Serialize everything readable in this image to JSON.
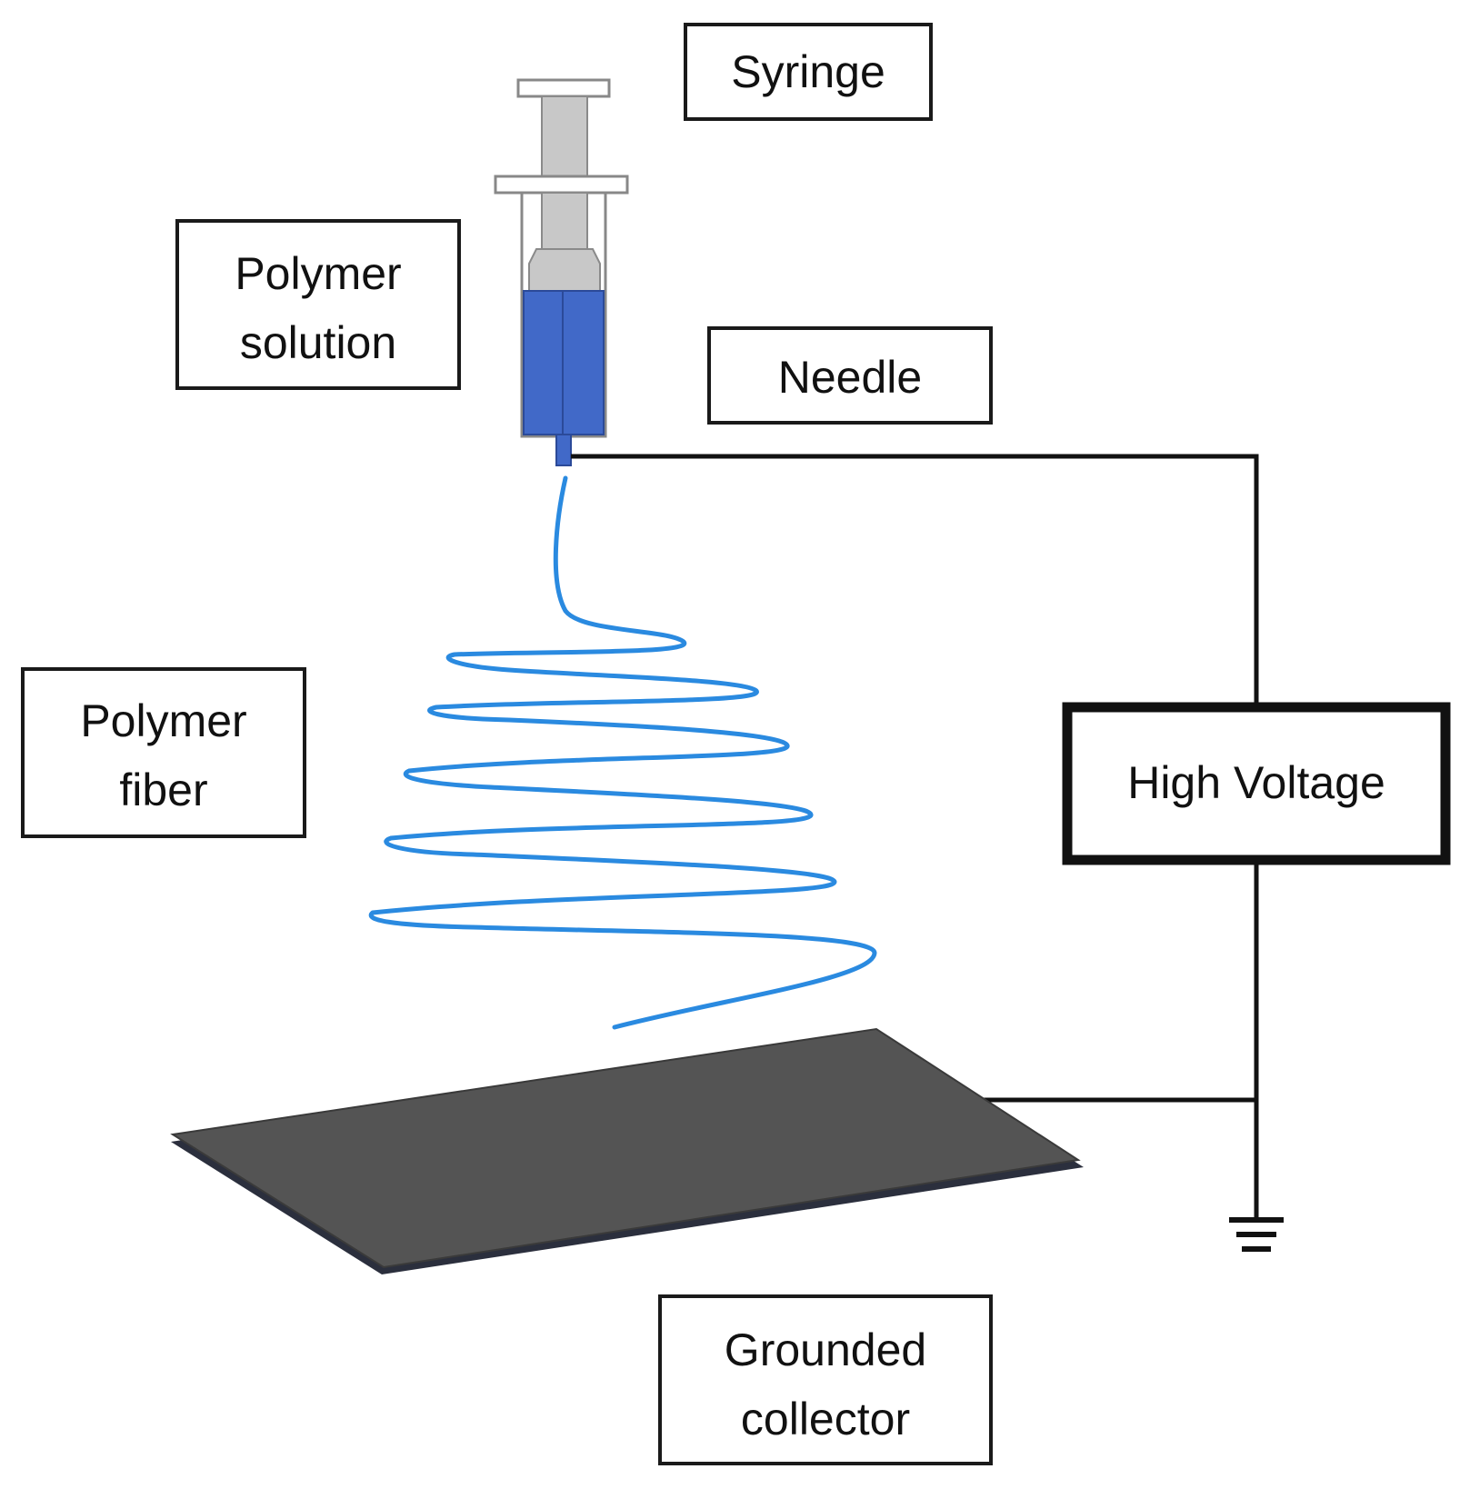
{
  "labels": {
    "syringe": "Syringe",
    "polymer_solution": [
      "Polymer",
      "solution"
    ],
    "needle": "Needle",
    "polymer_fiber": [
      "Polymer",
      "fiber"
    ],
    "high_voltage": "High Voltage",
    "grounded_collector": [
      "Grounded",
      "collector"
    ]
  },
  "colors": {
    "solution": "#4169c8",
    "fiber": "#2a8ae0",
    "plunger": "#c8c8c8",
    "collector": "#545454",
    "collector_edge": "#2b2f3d",
    "wire": "#111111"
  }
}
